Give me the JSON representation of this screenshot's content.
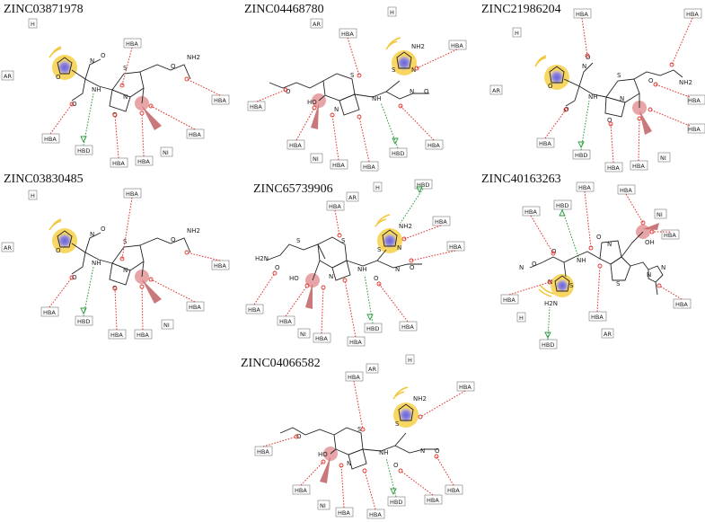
{
  "colors": {
    "acceptor": "#e0332b",
    "donor": "#2a9a3c",
    "aromatic_halo": "#f7cf47",
    "aromatic_core": "#7d72d8",
    "ionizable_halo": "#e0878a",
    "bond": "#222222"
  },
  "panels": [
    {
      "title": "ZINC03871978",
      "labels": {
        "H": "H",
        "AR": "AR",
        "HBA": "HBA",
        "HBD": "HBD",
        "NI": "NI"
      },
      "atoms": {
        "NH": "NH",
        "S": "S",
        "N": "N",
        "O": "O",
        "NH2": "NH2"
      }
    },
    {
      "title": "ZINC04468780",
      "labels": {
        "H": "H",
        "AR": "AR",
        "HBA": "HBA",
        "HBD": "HBD",
        "NI": "NI"
      },
      "atoms": {
        "NH": "NH",
        "S": "S",
        "N": "N",
        "O": "O",
        "NH2": "NH2",
        "HO": "HO"
      }
    },
    {
      "title": "ZINC21986204",
      "labels": {
        "H": "H",
        "AR": "AR",
        "HBA": "HBA",
        "HBD": "HBD",
        "NI": "NI"
      },
      "atoms": {
        "NH": "NH",
        "S": "S",
        "N": "N",
        "O": "O",
        "NH2": "NH2"
      }
    },
    {
      "title": "ZINC03830485",
      "labels": {
        "H": "H",
        "AR": "AR",
        "HBA": "HBA",
        "HBD": "HBD",
        "NI": "NI"
      },
      "atoms": {
        "NH": "NH",
        "S": "S",
        "N": "N",
        "O": "O",
        "NH2": "NH2"
      }
    },
    {
      "title": "ZINC65739906",
      "labels": {
        "H": "H",
        "AR": "AR",
        "HBA": "HBA",
        "HBD": "HBD",
        "NI": "NI"
      },
      "atoms": {
        "NH": "NH",
        "S": "S",
        "N": "N",
        "O": "O",
        "NH2": "NH2",
        "HO": "HO",
        "H2N": "H2N"
      }
    },
    {
      "title": "ZINC40163263",
      "labels": {
        "H": "H",
        "AR": "AR",
        "HBA": "HBA",
        "HBD": "HBD",
        "NI": "NI"
      },
      "atoms": {
        "NH": "NH",
        "S": "S",
        "N": "N",
        "O": "O",
        "OH": "OH",
        "H2N": "H2N",
        "NN": "N"
      }
    },
    {
      "title": "ZINC04066582",
      "labels": {
        "H": "H",
        "AR": "AR",
        "HBA": "HBA",
        "HBD": "HBD",
        "NI": "NI"
      },
      "atoms": {
        "NH": "NH",
        "S": "S",
        "N": "N",
        "O": "O",
        "NH2": "NH2",
        "HO": "HO"
      }
    }
  ]
}
